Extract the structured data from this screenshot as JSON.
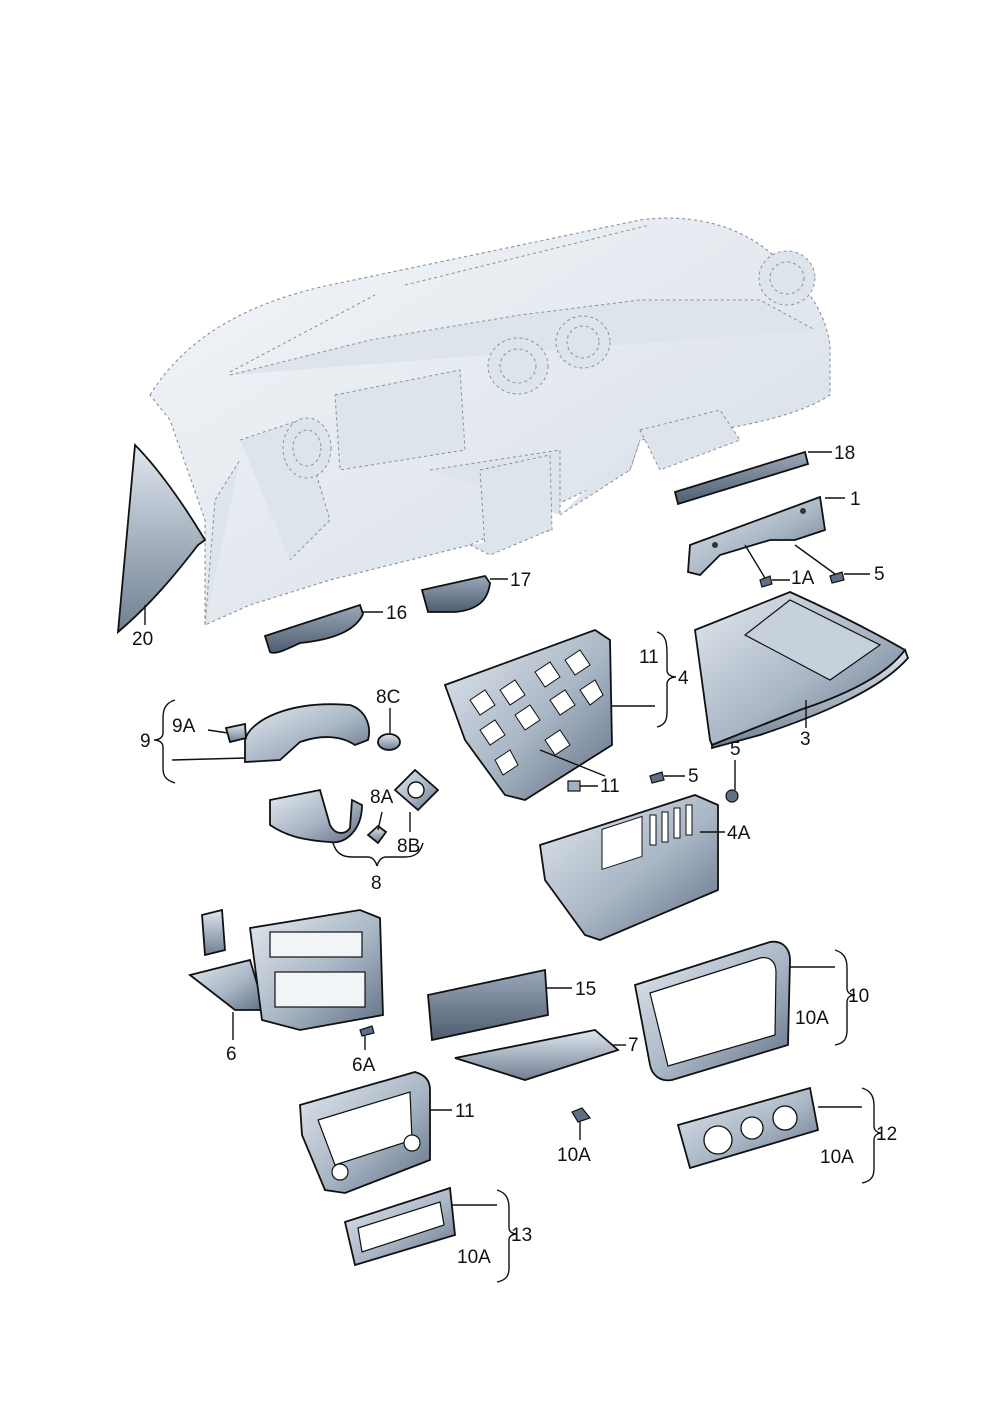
{
  "colors": {
    "part_light": "#d7e0ea",
    "part_mid": "#a4b1c1",
    "part_dark": "#5f6f84",
    "outline": "#111111",
    "ghost_outline": "#8a9099"
  },
  "labels": {
    "p1": "1",
    "p1A": "1A",
    "p3": "3",
    "p4": "4",
    "p4A": "4A",
    "p5a": "5",
    "p5b": "5",
    "p5c": "5",
    "p6": "6",
    "p6A": "6A",
    "p7": "7",
    "p8": "8",
    "p8A": "8A",
    "p8B": "8B",
    "p8C": "8C",
    "p9": "9",
    "p9A": "9A",
    "p10": "10",
    "p10A_a": "10A",
    "p10A_b": "10A",
    "p10A_c": "10A",
    "p10A_d": "10A",
    "p11a": "11",
    "p11b": "11",
    "p11c": "11",
    "p12": "12",
    "p13": "13",
    "p15": "15",
    "p16": "16",
    "p17": "17",
    "p18": "18",
    "p20": "20"
  }
}
